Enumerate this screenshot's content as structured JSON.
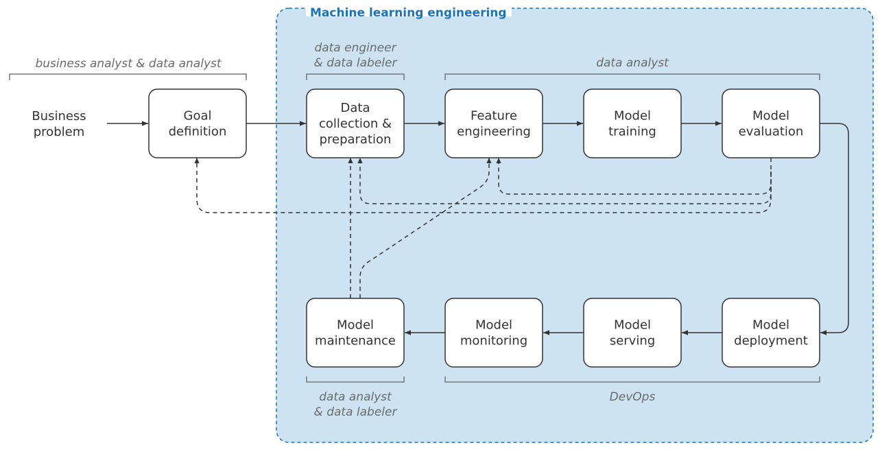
{
  "container": {
    "title": "Machine learning engineering",
    "fill_color": "#cde3f1",
    "border_color": "#1a73bd"
  },
  "start_label": [
    "Business",
    "problem"
  ],
  "nodes": [
    {
      "id": "goal",
      "lines": [
        "Goal",
        "definition"
      ]
    },
    {
      "id": "data",
      "lines": [
        "Data",
        "collection &",
        "preparation"
      ]
    },
    {
      "id": "feature",
      "lines": [
        "Feature",
        "engineering"
      ]
    },
    {
      "id": "training",
      "lines": [
        "Model",
        "training"
      ]
    },
    {
      "id": "evaluation",
      "lines": [
        "Model",
        "evaluation"
      ]
    },
    {
      "id": "deployment",
      "lines": [
        "Model",
        "deployment"
      ]
    },
    {
      "id": "serving",
      "lines": [
        "Model",
        "serving"
      ]
    },
    {
      "id": "monitoring",
      "lines": [
        "Model",
        "monitoring"
      ]
    },
    {
      "id": "maintenance",
      "lines": [
        "Model",
        "maintenance"
      ]
    }
  ],
  "roles": [
    {
      "id": "business-data-analyst",
      "lines": [
        "business analyst & data analyst"
      ]
    },
    {
      "id": "data-engineer-labeler",
      "lines": [
        "data engineer",
        "& data labeler"
      ]
    },
    {
      "id": "data-analyst-top",
      "lines": [
        "data analyst"
      ]
    },
    {
      "id": "data-analyst-labeler",
      "lines": [
        "data analyst",
        "& data labeler"
      ]
    },
    {
      "id": "devops",
      "lines": [
        "DevOps"
      ]
    }
  ],
  "edges": [
    {
      "from": "start",
      "to": "goal",
      "style": "solid"
    },
    {
      "from": "goal",
      "to": "data",
      "style": "solid"
    },
    {
      "from": "data",
      "to": "feature",
      "style": "solid"
    },
    {
      "from": "feature",
      "to": "training",
      "style": "solid"
    },
    {
      "from": "training",
      "to": "evaluation",
      "style": "solid"
    },
    {
      "from": "evaluation",
      "to": "deployment",
      "style": "solid"
    },
    {
      "from": "deployment",
      "to": "serving",
      "style": "solid"
    },
    {
      "from": "serving",
      "to": "monitoring",
      "style": "solid"
    },
    {
      "from": "monitoring",
      "to": "maintenance",
      "style": "solid"
    },
    {
      "from": "evaluation",
      "to": "goal",
      "style": "dashed"
    },
    {
      "from": "evaluation",
      "to": "data",
      "style": "dashed"
    },
    {
      "from": "evaluation",
      "to": "feature",
      "style": "dashed"
    },
    {
      "from": "maintenance",
      "to": "data",
      "style": "dashed"
    },
    {
      "from": "maintenance",
      "to": "feature",
      "style": "dashed"
    }
  ]
}
